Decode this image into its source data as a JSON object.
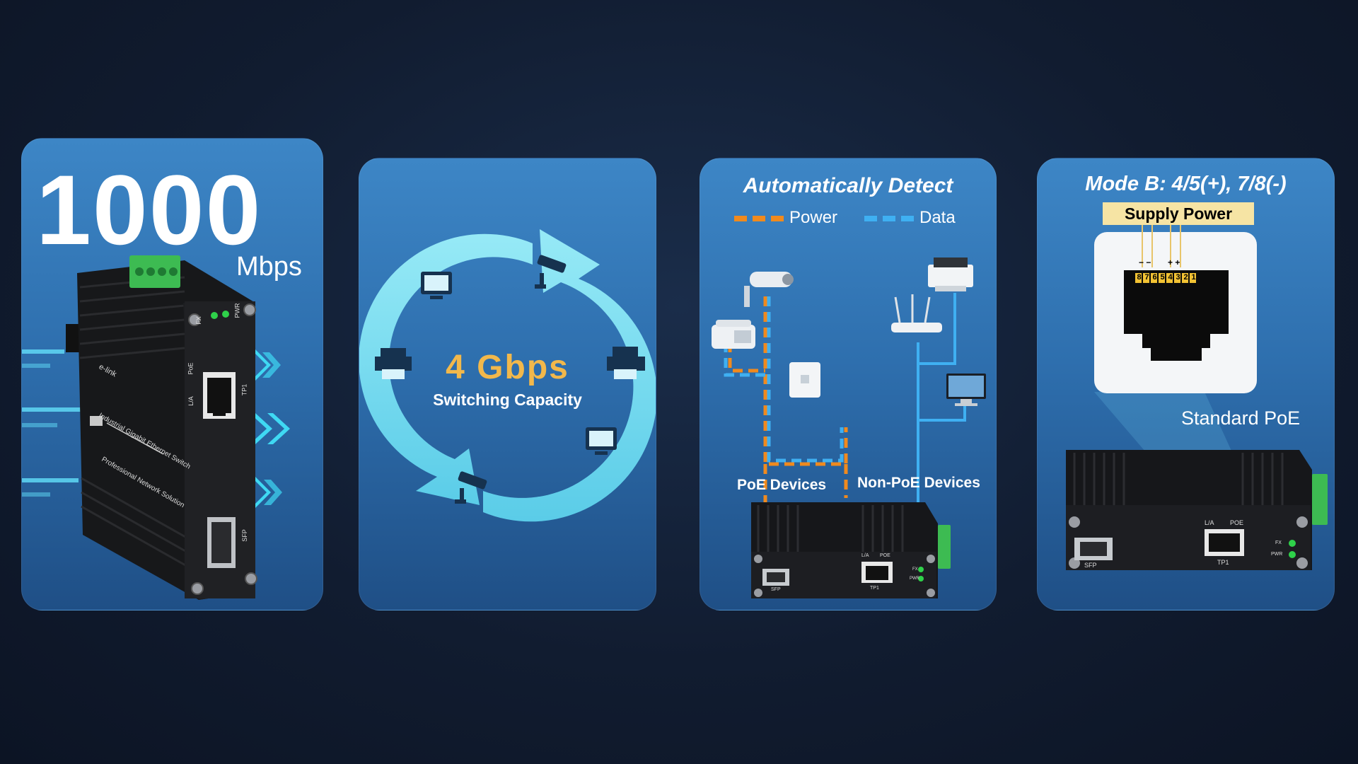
{
  "panel_speed": {
    "value": "1000",
    "unit": "Mbps",
    "device_labels": {
      "brand": "e-link",
      "title": "Industrial Gigabit Ethernet Switch",
      "subtitle": "Professional Network Solution",
      "port_tp": "TP1",
      "port_sfp": "SFP",
      "led_la": "L/A",
      "led_poe": "PoE",
      "led_fx": "FX",
      "led_pwr": "PWR"
    }
  },
  "panel_capacity": {
    "value": "4 Gbps",
    "label": "Switching Capacity"
  },
  "panel_detect": {
    "title": "Automatically Detect",
    "legend_power": "Power",
    "legend_data": "Data",
    "poe_devices": "PoE Devices",
    "non_poe_devices": "Non-PoE Devices",
    "device_labels": {
      "led_la": "L/A",
      "led_poe": "POE",
      "led_fx": "FX",
      "led_pwr": "PWR",
      "port_sfp": "SFP",
      "port_tp": "TP1"
    }
  },
  "panel_mode": {
    "title": "Mode B: 4/5(+), 7/8(-)",
    "supply_power": "Supply Power",
    "pins": [
      "8",
      "7",
      "6",
      "5",
      "4",
      "3",
      "2",
      "1"
    ],
    "pin_minus": "− −",
    "pin_plus": "+ +",
    "standard": "Standard PoE",
    "device_labels": {
      "led_la": "L/A",
      "led_poe": "POE",
      "led_fx": "FX",
      "led_pwr": "PWR",
      "port_sfp": "SFP",
      "port_tp": "TP1"
    }
  },
  "colors": {
    "power_line": "#f08a1e",
    "data_line": "#3fb0f2",
    "accent_gold": "#f2b84b",
    "led_green": "#2fd14a",
    "terminal_green": "#3dbb52"
  }
}
